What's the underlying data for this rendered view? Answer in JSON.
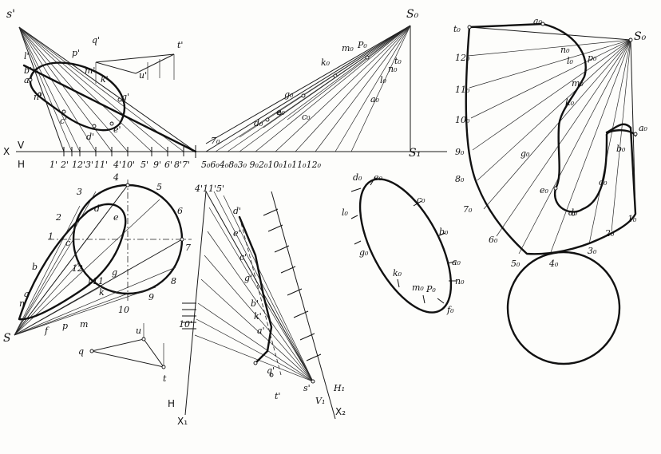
{
  "labels": {
    "s_prime": "s'",
    "q_prime": "q'",
    "t_prime": "t'",
    "p_prime": "p'",
    "m_prime": "m'",
    "k_prime": "k'",
    "u_prime": "u'",
    "g_prime": "g'",
    "a_prime": "a'",
    "b_prime": "b'",
    "n_prime": "n'",
    "c_prime": "c'",
    "d_prime": "d'",
    "e_prime": "e'",
    "l_prime": "l'",
    "axis_x": "X",
    "axis_v": "V",
    "axis_h": "H",
    "proj_1": "1'",
    "proj_2": "2'",
    "proj_12_3": "12'3'",
    "proj_11": "11'",
    "proj_4_10": "4'10'",
    "proj_5": "5'",
    "proj_9": "9'",
    "proj_6": "6'",
    "proj_8": "8'",
    "proj_7": "7'",
    "s0_top": "S₀",
    "s1": "S₁",
    "m0": "m₀",
    "p0": "P₀",
    "k0": "k₀",
    "t0": "t₀",
    "n0": "n₀",
    "l0": "l₀",
    "g0": "g₀",
    "a0": "a₀",
    "e0": "e₀",
    "d0": "d₀",
    "c0": "c₀",
    "seven0": "7₀",
    "base_row": "5₀6₀4₀8₀3₀ 9₀2₀10₀1₀11₀12₀",
    "s": "S",
    "a": "a",
    "b": "b",
    "n": "n",
    "f": "f",
    "p": "p",
    "m": "m",
    "q": "q",
    "u": "u",
    "t": "t",
    "c": "c",
    "d": "d",
    "e": "e",
    "k": "k",
    "g": "g",
    "l": "l",
    "h1": "1",
    "h2": "2",
    "h3": "3",
    "h4": "4",
    "h5": "5",
    "h6": "6",
    "h7": "7",
    "h8": "8",
    "h9": "9",
    "h10": "10",
    "h11": "11",
    "h12": "12",
    "aux_4_11_5": "4'11'5'",
    "aux_d": "d'",
    "aux_e": "e'",
    "aux_c": "c'",
    "aux_g": "g'",
    "aux_b": "b'",
    "aux_k": "k'",
    "aux_a": "a'",
    "aux_10": "10'",
    "aux_q": "q'",
    "aux_t": "t'",
    "aux_s": "s'",
    "aux_v1": "V₁",
    "aux_h1": "H₁",
    "aux_x1": "X₁",
    "aux_x2": "X₂",
    "aux_h": "H",
    "ell_d0": "d₀",
    "ell_e0": "e₀",
    "ell_c0": "c₀",
    "ell_b0": "b₀",
    "ell_a0": "a₀",
    "ell_n0": "n₀",
    "ell_p0": "P₀",
    "ell_m0": "m₀",
    "ell_k0": "k₀",
    "ell_g0": "g₀",
    "ell_l0": "l₀",
    "ell_f0": "f₀",
    "dev_t0": "t₀",
    "dev_a0": "a₀",
    "dev_s0": "S₀",
    "dev_12": "12₀",
    "dev_n0": "n₀",
    "dev_l0": "l₀",
    "dev_p0": "p₀",
    "dev_11": "11₀",
    "dev_m0": "m₀",
    "dev_k0": "k₀",
    "dev_10": "10₀",
    "dev_9": "9₀",
    "dev_g0": "g₀",
    "dev_8": "8₀",
    "dev_e0": "e₀",
    "dev_7": "7₀",
    "dev_d0": "d₀",
    "dev_c0": "c₀",
    "dev_b0": "b₀",
    "dev_a0r": "a₀",
    "dev_1": "1₀",
    "dev_2": "2₀",
    "dev_3": "3₀",
    "dev_4": "4₀",
    "dev_5": "5₀",
    "dev_6": "6₀"
  }
}
